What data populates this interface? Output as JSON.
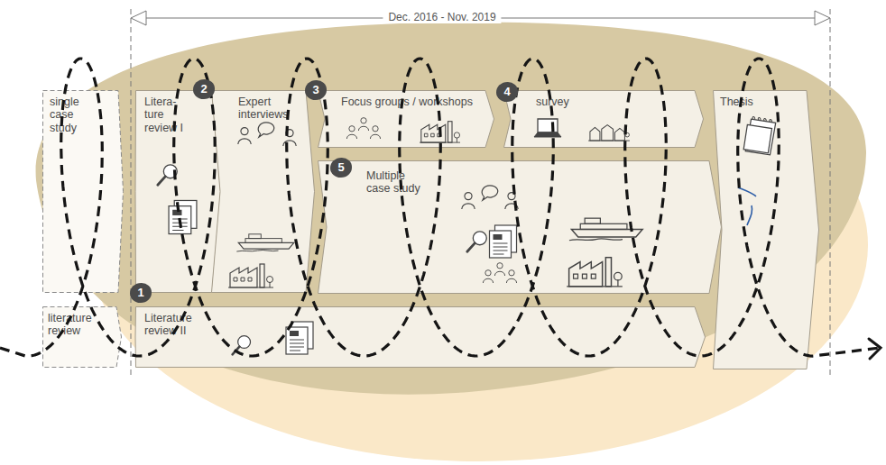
{
  "diagram": {
    "nodes": [
      {
        "text": [
          "single case study"
        ]
      },
      {
        "text": [
          "Litera- ture review I"
        ]
      },
      {
        "text": [
          "Expert interviews"
        ]
      },
      {
        "text": [
          "Focus groups / workshops"
        ]
      },
      {
        "text": [
          "survey"
        ]
      },
      {
        "text": [
          "Thesis"
        ]
      },
      {
        "text": [
          "Multiple case study"
        ]
      },
      {
        "text": [
          "literature review"
        ]
      },
      {
        "text": [
          "Literature review II"
        ]
      }
    ],
    "labels": [
      "Dec. 2016 - Nov. 2019",
      "1",
      "2",
      "3",
      "4",
      "5"
    ]
  }
}
